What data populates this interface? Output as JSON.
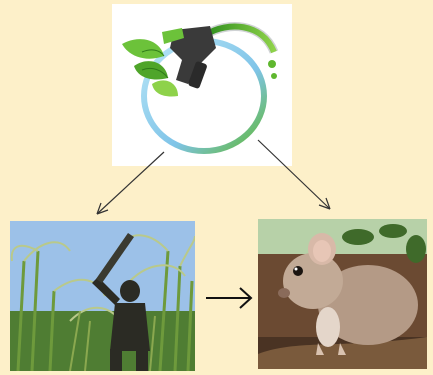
{
  "diagram": {
    "nodes": [
      {
        "id": "biofuel",
        "icon": "green-fuel-nozzle-with-leaves"
      },
      {
        "id": "sugarcane",
        "icon": "sugarcane-harvest-photo"
      },
      {
        "id": "rodent",
        "icon": "field-rat-photo"
      }
    ],
    "edges": [
      {
        "from": "biofuel",
        "to": "sugarcane"
      },
      {
        "from": "biofuel",
        "to": "rodent"
      },
      {
        "from": "sugarcane",
        "to": "rodent"
      }
    ]
  },
  "colors": {
    "background": "#fdf0c9",
    "arrow": "#333333",
    "leaf_green": "#5fb72f",
    "ring_blue": "#7fc4e8",
    "nozzle_dark": "#3a3a3a"
  }
}
